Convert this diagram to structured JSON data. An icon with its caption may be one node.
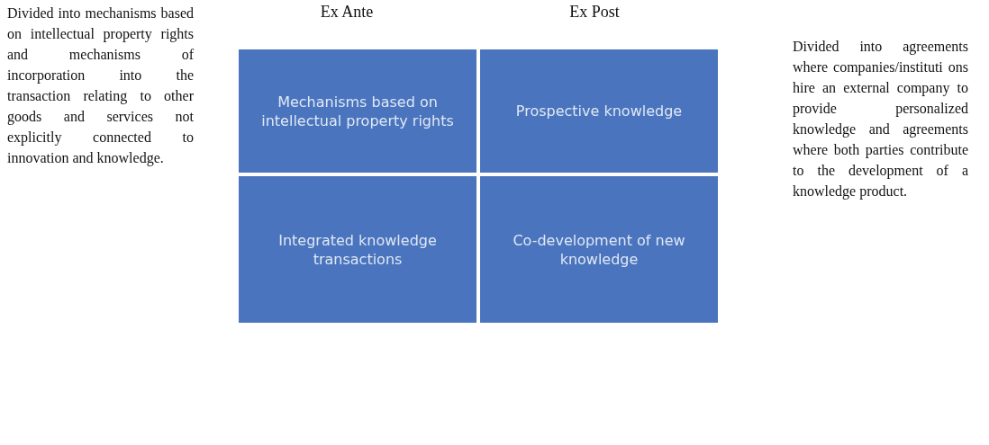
{
  "diagram": {
    "nodes": [
      {
        "text": [
          "Mechanisms based on intellectual property rights"
        ]
      },
      {
        "text": [
          "Prospective knowledge"
        ]
      },
      {
        "text": [
          "Integrated knowledge transactions"
        ]
      },
      {
        "text": [
          "Co-development of new knowledge"
        ]
      }
    ],
    "labels": [
      "Divided into mechanisms based on intellectual property rights and mechanisms of incorporation into the transaction relating to other goods and services not explicitly connected to innovation and knowledge.",
      "Ex Ante",
      "Ex Post",
      "Divided into agreements where companies/instituti ons hire an external company to provide personalized knowledge and agreements where both parties contribute to the development of a knowledge product."
    ]
  }
}
